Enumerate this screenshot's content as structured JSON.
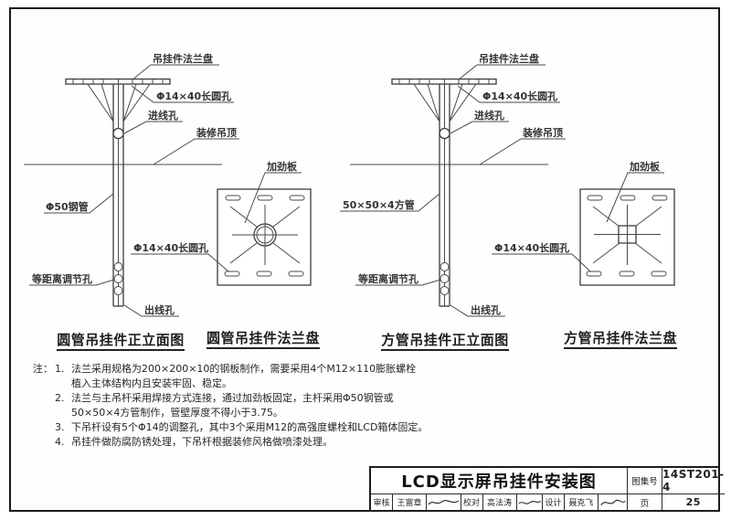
{
  "labels": {
    "hanger_flange": "吊挂件法兰盘",
    "slot_hole": "Φ14×40长圆孔",
    "inlet_hole": "进线孔",
    "ceiling": "装修吊顶",
    "round_pipe": "Φ50钢管",
    "square_pipe": "50×50×4方管",
    "adjust_holes": "等距离调节孔",
    "outlet_hole": "出线孔",
    "stiffener": "加劲板"
  },
  "titles": {
    "round_elevation": "圆管吊挂件正立面图",
    "round_flange": "圆管吊挂件法兰盘",
    "square_elevation": "方管吊挂件正立面图",
    "square_flange": "方管吊挂件法兰盘"
  },
  "notes": {
    "prefix": "注：",
    "items": [
      {
        "no": "1.",
        "text": "法兰采用规格为200×200×10的钢板制作，需要采用4个M12×110膨胀螺栓\n植入主体结构内且安装牢固、稳定。"
      },
      {
        "no": "2.",
        "text": "法兰与主吊杆采用焊接方式连接，通过加劲板固定，主杆采用Φ50钢管或\n50×50×4方管制作，管壁厚度不得小于3.75。"
      },
      {
        "no": "3.",
        "text": "下吊杆设有5个Φ14的调整孔，其中3个采用M12的高强度螺栓和LCD箱体固定。"
      },
      {
        "no": "4.",
        "text": "吊挂件做防腐防锈处理，下吊杆根据装修风格做喷漆处理。"
      }
    ]
  },
  "titleblock": {
    "drawing_title": "LCD显示屏吊挂件安装图",
    "atlas_label": "图集号",
    "atlas_no": "14ST201-4",
    "page_label": "页",
    "page_no": "25",
    "credits": [
      {
        "role": "审核",
        "name": "王富章"
      },
      {
        "role": "校对",
        "name": "高法涛"
      },
      {
        "role": "设计",
        "name": "聂克飞"
      }
    ]
  }
}
